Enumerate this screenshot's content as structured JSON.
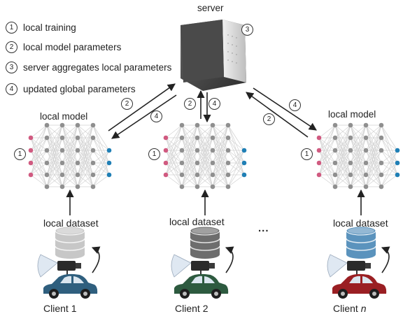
{
  "server_label": "server",
  "legend": [
    {
      "num": "1",
      "text": "local training"
    },
    {
      "num": "2",
      "text": "local model parameters"
    },
    {
      "num": "3",
      "text": "server aggregates local parameters"
    },
    {
      "num": "4",
      "text": "updated global parameters"
    }
  ],
  "server_step": "3",
  "arrow_labels": {
    "up": "2",
    "down": "4"
  },
  "local_model_label": "local model",
  "local_training_step": "1",
  "local_dataset_label": "local dataset",
  "ellipsis": "...",
  "clients": [
    {
      "name": "Client",
      "suffix": "1",
      "suffix_italic": false,
      "db_color": "#c7c7c7",
      "car_color": "#2f5f7e"
    },
    {
      "name": "Client",
      "suffix": "2",
      "suffix_italic": false,
      "db_color": "#6d6d6d",
      "car_color": "#2d5a3f"
    },
    {
      "name": "Client",
      "suffix": "n",
      "suffix_italic": true,
      "db_color": "#5b93bd",
      "car_color": "#9a1f23"
    }
  ],
  "colors": {
    "input_node": "#d05a80",
    "output_node": "#1f7fb5",
    "hidden_node": "#8f8f8f",
    "edge": "#d2d2d2"
  }
}
